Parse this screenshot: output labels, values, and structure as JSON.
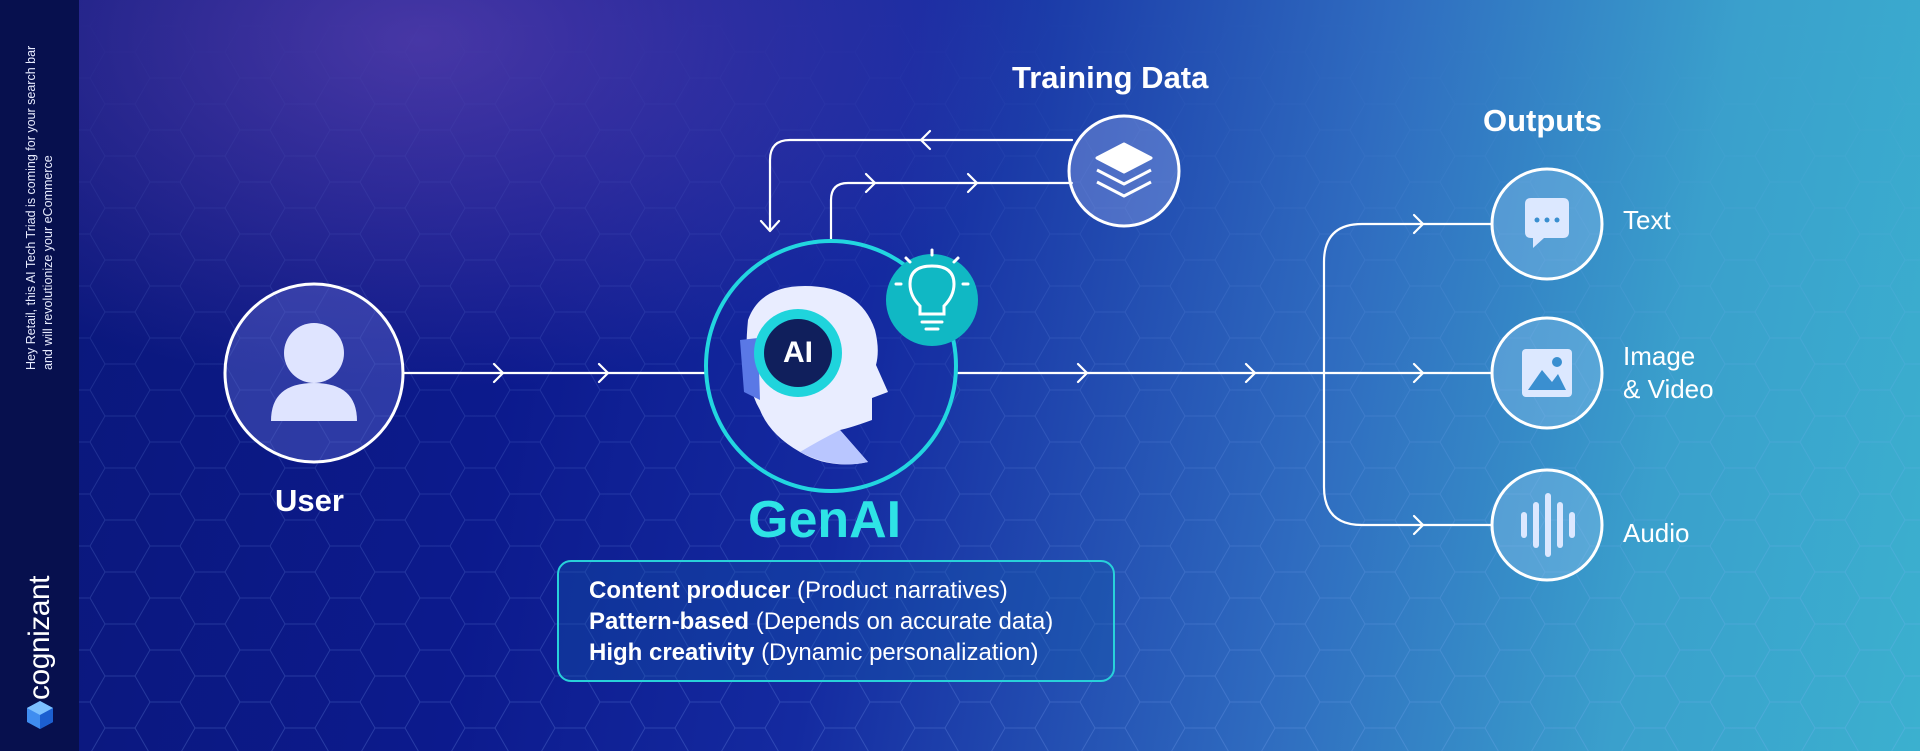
{
  "sidebar": {
    "note": "Hey Retail, this AI Tech Triad is coming for your search bar and will revolutionize your eCommerce",
    "brand": "cognizant"
  },
  "diagram": {
    "user_label": "User",
    "training_data_label": "Training Data",
    "genai_label": "GenAI",
    "ai_badge": "AI",
    "outputs_label": "Outputs",
    "outputs": [
      {
        "label": "Text",
        "icon": "chat-bubble-icon"
      },
      {
        "label_line1": "Image",
        "label_line2": "& Video",
        "icon": "image-icon"
      },
      {
        "label": "Audio",
        "icon": "sound-wave-icon"
      }
    ]
  },
  "description": [
    {
      "bold": "Content producer",
      "rest": "(Product narratives)"
    },
    {
      "bold": "Pattern-based",
      "rest": "(Depends on accurate data)"
    },
    {
      "bold": "High creativity",
      "rest": "(Dynamic personalization)"
    }
  ],
  "colors": {
    "accent_cyan": "#2ee3e6",
    "sidebar_navy": "#07104e",
    "line_white": "#ffffff"
  }
}
